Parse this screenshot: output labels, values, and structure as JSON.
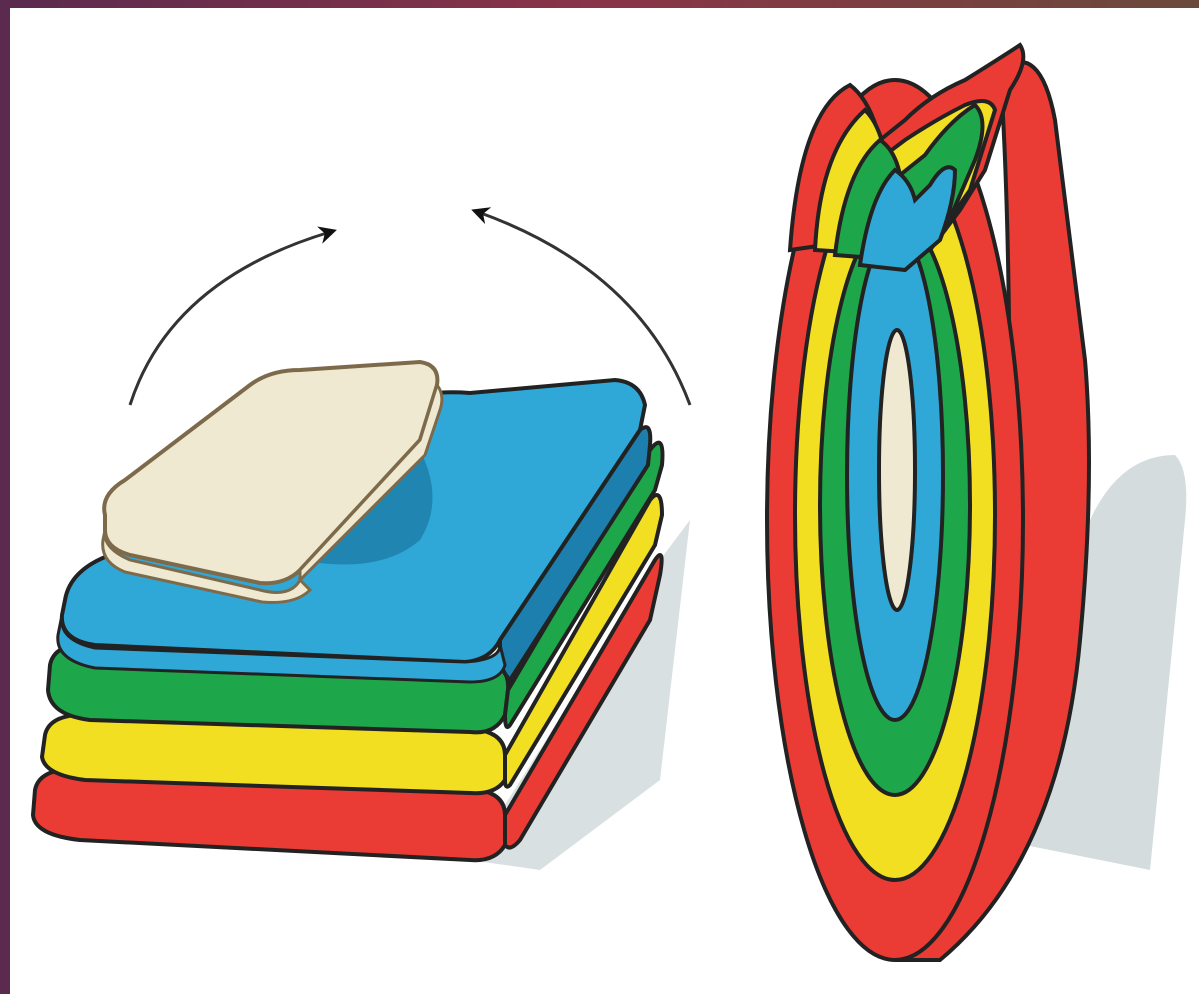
{
  "diagram": {
    "colors": {
      "top_layer": "#efe9d2",
      "blue_layer": "#2fa8d8",
      "blue_dark": "#1c7fae",
      "green_layer": "#1ea64a",
      "yellow_layer": "#f2df22",
      "red_layer": "#ea3b35",
      "outline": "#222222",
      "shadow": "#c9d3d6",
      "arrow": "#333333"
    },
    "left_figure": {
      "layers_bottom_to_top": [
        "red",
        "yellow",
        "green",
        "blue",
        "cream"
      ],
      "arrows": [
        "curved-arrow-left",
        "curved-arrow-right"
      ]
    },
    "right_figure": {
      "rings_outer_to_inner": [
        "red",
        "yellow",
        "green",
        "blue",
        "cream"
      ]
    }
  }
}
